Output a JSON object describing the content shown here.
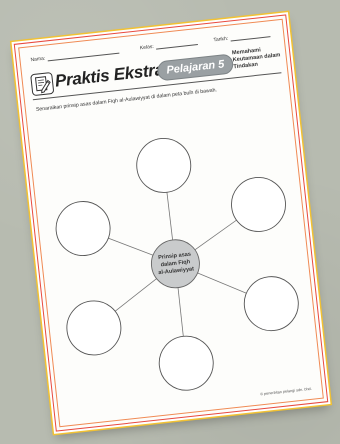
{
  "worksheet": {
    "fields": {
      "name_label": "Nama:",
      "class_label": "Kelas:",
      "date_label": "Tarikh:"
    },
    "header": {
      "title": "Praktis Ekstra",
      "lesson": "Pelajaran 5",
      "subtitle": "Memahami Keutamaan dalam Tindakan"
    },
    "instruction": "Senaraikan prinsip asas dalam Fiqh al-Aulawiyyat di dalam peta buih di bawah.",
    "center_label_lines": [
      "Prinsip asas",
      "dalam Fiqh",
      "al-Aulawiyyat"
    ],
    "footnote": "© penerbitan pelangi sdn. bhd."
  },
  "colors": {
    "paper_border_red": "#e8493f",
    "paper_border_yellow": "#f2c233",
    "lesson_pill": "#9aa0a3",
    "center_bubble": "#c9cbcc"
  },
  "icons": {
    "title_badge": "pencil-paper-icon"
  }
}
